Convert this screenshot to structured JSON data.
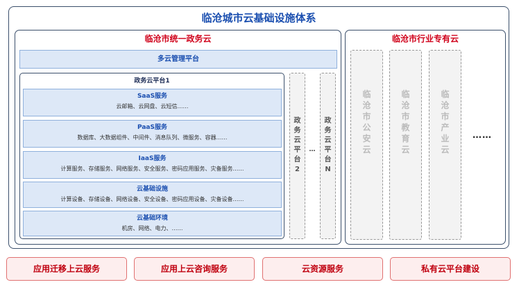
{
  "main_title": "临沧城市云基础设施体系",
  "gov_cloud": {
    "title": "临沧市统一政务云",
    "multi_cloud_platform": "多云管理平台",
    "platform1": {
      "title": "政务云平台1",
      "layers": [
        {
          "title": "SaaS服务",
          "items": "云邮箱、云网盘、云短信……"
        },
        {
          "title": "PaaS服务",
          "items": "数据库、大数据组件、中间件、消息队列、微服务、容器……"
        },
        {
          "title": "IaaS服务",
          "items": "计算服务、存储服务、网络服务、安全服务、密码应用服务、灾备服务……"
        },
        {
          "title": "云基础设施",
          "items": "计算设备、存储设备、网络设备、安全设备、密码应用设备、灾备设备……"
        },
        {
          "title": "云基础环境",
          "items": "机房、网络、电力、……"
        }
      ]
    },
    "platform2": [
      "政",
      "务",
      "云",
      "平",
      "台",
      "2"
    ],
    "ellipsis": "…",
    "platformN": [
      "政",
      "务",
      "云",
      "平",
      "台",
      "N"
    ]
  },
  "industry_cloud": {
    "title": "临沧市行业专有云",
    "columns": [
      [
        "临",
        "沧",
        "市",
        "公",
        "安",
        "云"
      ],
      [
        "临",
        "沧",
        "市",
        "教",
        "育",
        "云"
      ],
      [
        "临",
        "沧",
        "市",
        "产",
        "业",
        "云"
      ]
    ],
    "ellipsis": "……"
  },
  "services": [
    "应用迁移上云服务",
    "应用上云咨询服务",
    "云资源服务",
    "私有云平台建设"
  ]
}
